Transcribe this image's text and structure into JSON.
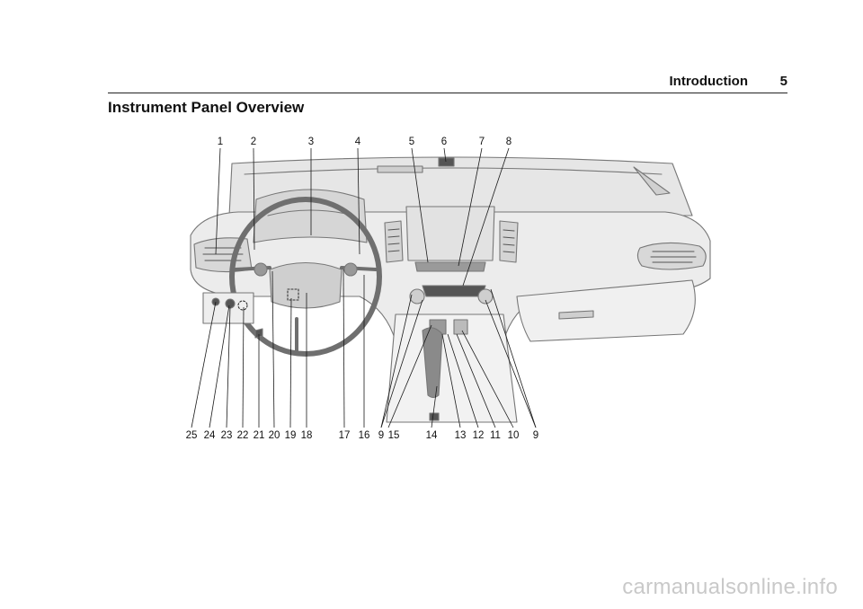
{
  "header": {
    "section": "Introduction",
    "page_number": "5"
  },
  "title": "Instrument Panel Overview",
  "callouts_top": [
    "1",
    "2",
    "3",
    "4",
    "5",
    "6",
    "7",
    "8"
  ],
  "callouts_bottom": [
    "25",
    "24",
    "23",
    "22",
    "21",
    "20",
    "19",
    "18",
    "17",
    "16",
    "9",
    "15",
    "14",
    "13",
    "12",
    "11",
    "10",
    "9"
  ],
  "watermark": "carmanualsonline.info"
}
